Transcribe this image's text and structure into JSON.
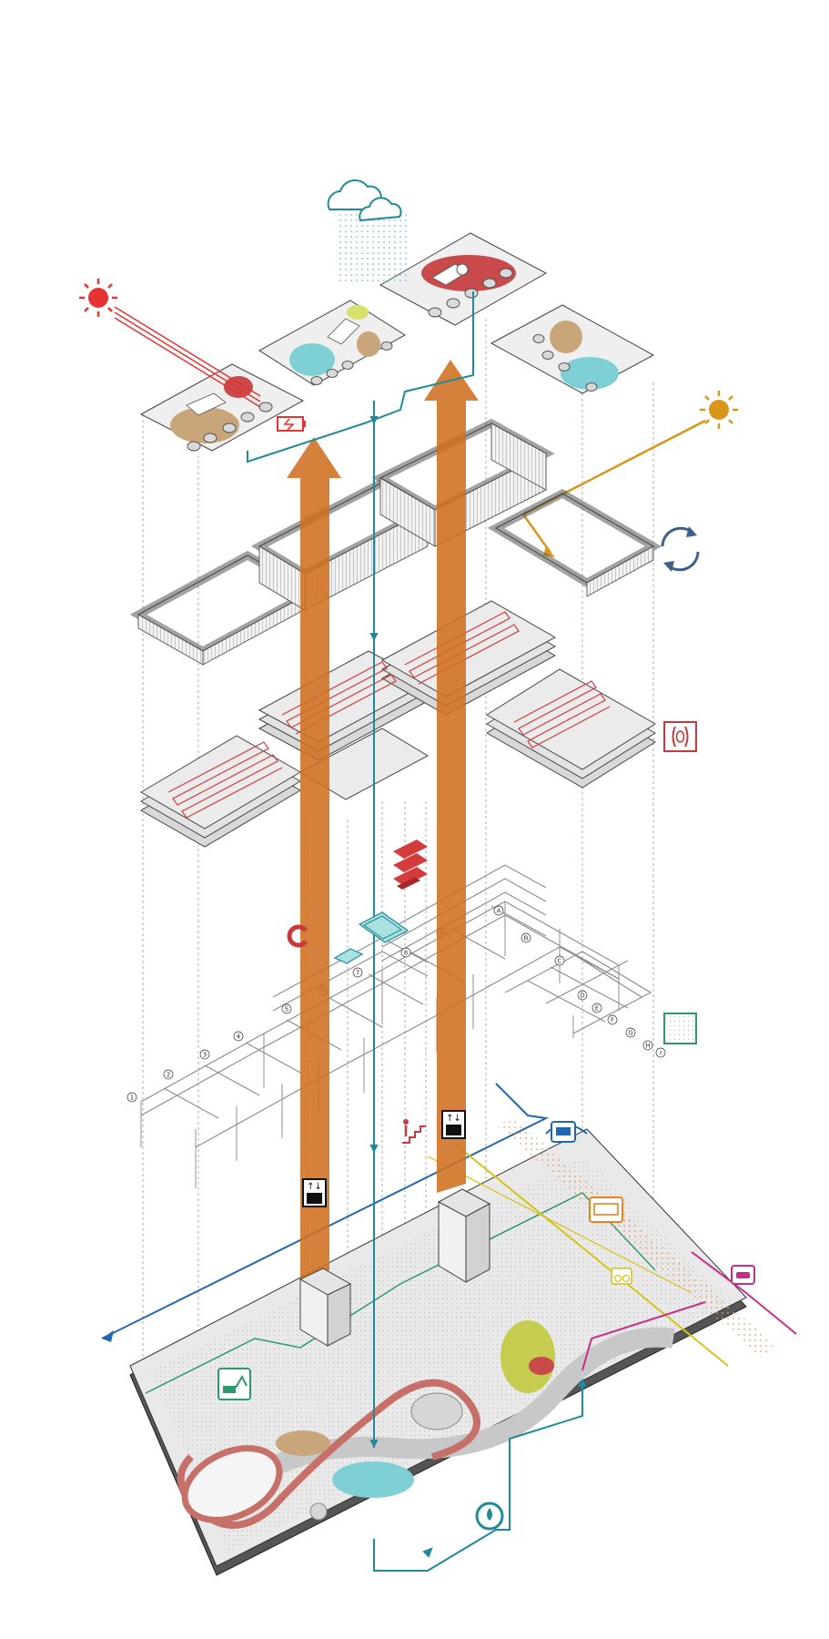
{
  "title": "",
  "colors": {
    "arrow": "#d07020",
    "water": "#1f8a99",
    "sun_hot": "#e63232",
    "sun_warm": "#d8961a",
    "recycle": "#3d5f8c",
    "heating": "#c83a3a",
    "bus_route": "#2267b0",
    "tram": "#e8821e",
    "bike": "#d6c21a",
    "car": "#c82d8a",
    "green_edge": "#2c9a6a",
    "track": "#c7706a",
    "grid_line": "#999999"
  },
  "layers": [
    {
      "name": "roof-gardens"
    },
    {
      "name": "facade"
    },
    {
      "name": "floor-slabs"
    },
    {
      "name": "structure-grid"
    },
    {
      "name": "site-plan"
    }
  ],
  "icons": [
    "sun-hot-icon",
    "sun-warm-icon",
    "cloud-rain-icon",
    "battery-icon",
    "recycle-icon",
    "floor-heating-icon",
    "texture-material-icon",
    "bus-icon",
    "tram-icon",
    "bike-icon",
    "car-icon",
    "elevator-icon",
    "stairs-person-icon",
    "excavator-icon",
    "water-cycle-icon",
    "magnet-icon",
    "stair-block-icon",
    "pool-icon"
  ],
  "grid_labels": {
    "numbers": [
      "1",
      "2",
      "3",
      "4",
      "5",
      "6",
      "7",
      "8",
      "9"
    ],
    "letters": [
      "A",
      "B",
      "C",
      "D",
      "E",
      "F",
      "G",
      "H",
      "I"
    ]
  }
}
